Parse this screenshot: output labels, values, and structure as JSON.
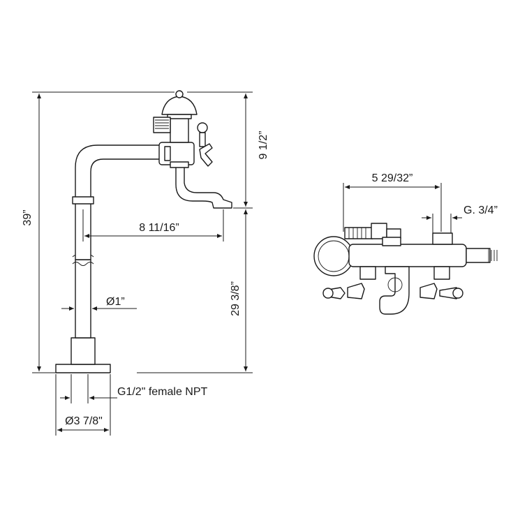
{
  "figure": {
    "dimensions": {
      "total_height": "39”",
      "spout_height": "9 1/2”",
      "spout_reach": "8 11/16”",
      "floor_to_spout": "29 3/8”",
      "riser_diameter": "Ø1”",
      "inlet_thread": "G1/2\" female NPT",
      "base_diameter": "Ø3 7/8\"",
      "wall_mount_center": "5 29/32”",
      "wall_mount_thread": "G. 3/4”"
    }
  }
}
